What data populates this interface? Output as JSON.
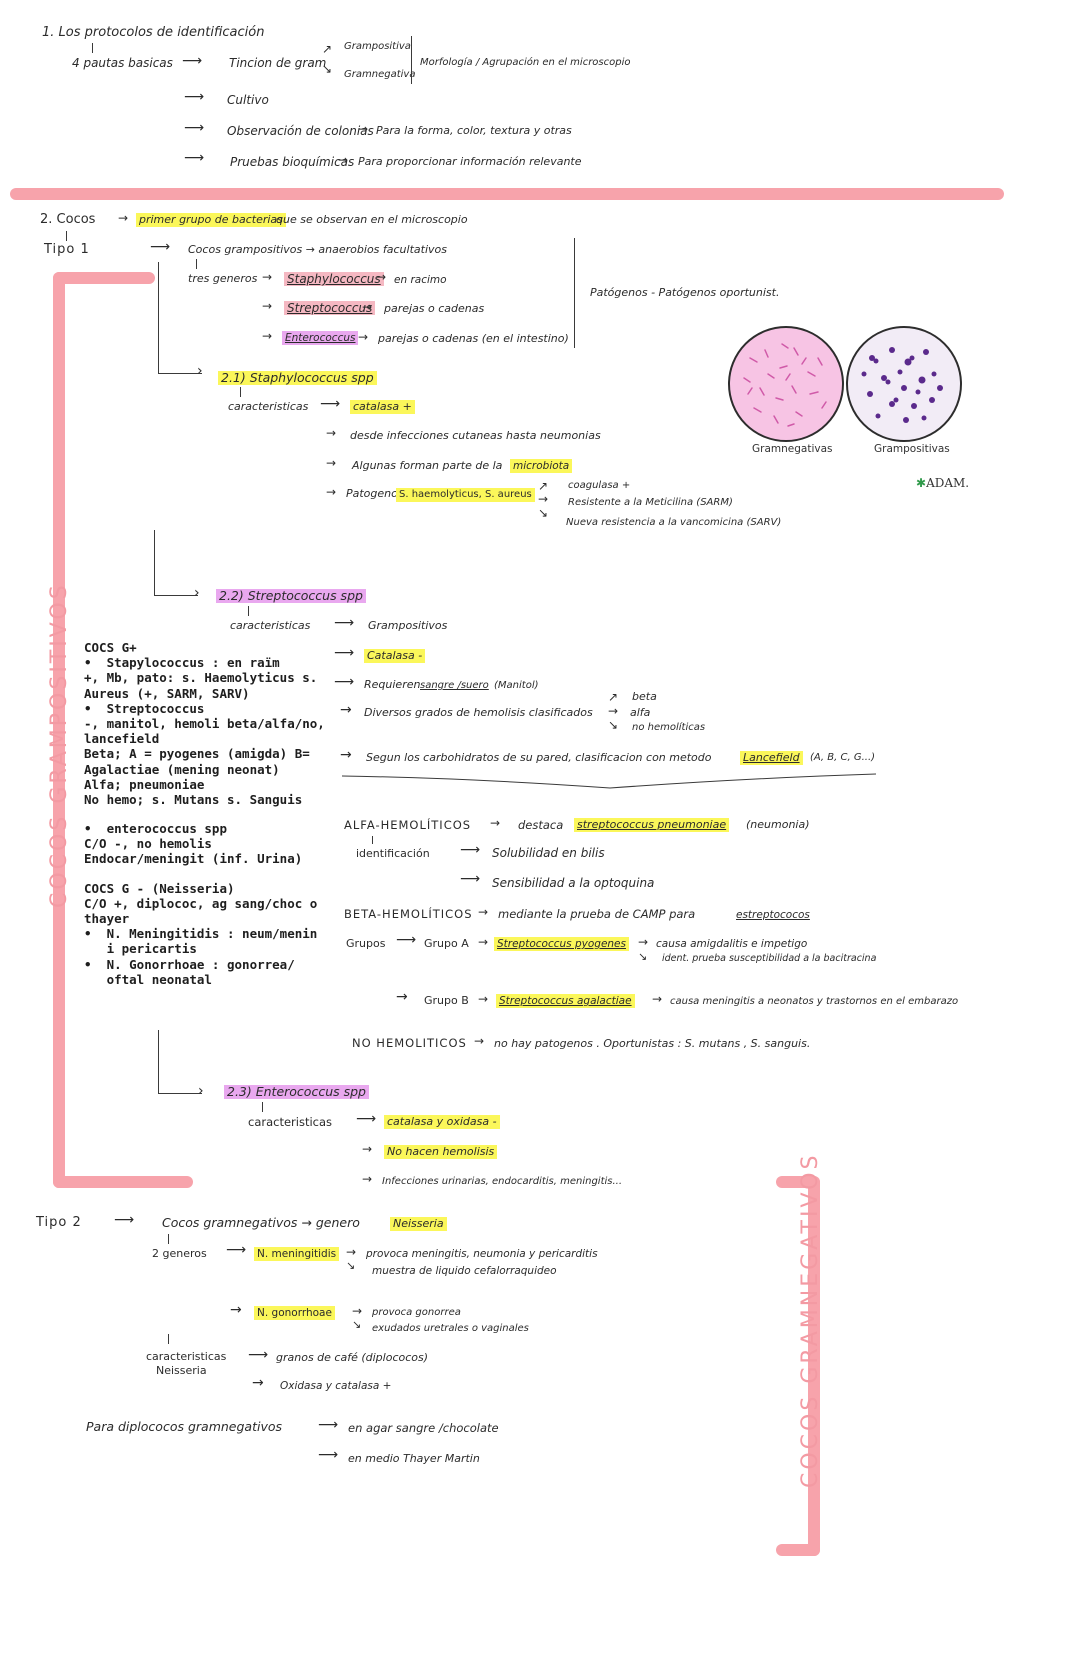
{
  "s1": {
    "title": "1. Los protocolos de identificación",
    "pautas": "4 pautas basicas",
    "tincion": "Tincion de gram",
    "grampos": "Grampositiva",
    "gramneg": "Gramnegativa",
    "morfologia": "Morfología / Agrupación en el microscopio",
    "cultivo": "Cultivo",
    "observacion": "Observación de colonias",
    "observacion_det": "Para la forma, color, textura y otras",
    "pruebas": "Pruebas bioquímicas",
    "pruebas_det": "Para proporcionar información relevante"
  },
  "s2": {
    "title": "2. Cocos",
    "title_hl": "primer grupo de bacterias",
    "title_rest": "que se observan en el microscopio",
    "tipo1": "Tipo 1",
    "tipo1_desc": "Cocos grampositivos → anaerobios facultativos",
    "tres": "tres generos",
    "g1": "Staphylococcus",
    "g1_det": "en racimo",
    "g2": "Streptococcus",
    "g2_det": "parejas o cadenas",
    "g3": "Enterococcus",
    "g3_det": "parejas o cadenas (en el intestino)",
    "patogenos": "Patógenos - Patógenos oportunist."
  },
  "micro": {
    "neg": "Gramnegativas",
    "pos": "Grampositivas",
    "brand": "ADAM."
  },
  "s21": {
    "title": "2.1) Staphylococcus spp",
    "caract": "caracteristicas",
    "catalasa": "catalasa +",
    "c1": "desde infecciones cutaneas hasta neumonias",
    "c2a": "Algunas forman parte de la",
    "c2b": "microbiota",
    "c3a": "Patogeno :",
    "c3b": "S. haemolyticus, S. aureus",
    "p1": "coagulasa +",
    "p2": "Resistente a la Meticilina (SARM)",
    "p3": "Nueva resistencia a la vancomicina (SARV)"
  },
  "s22": {
    "title": "2.2) Streptococcus spp",
    "caract": "caracteristicas",
    "c1": "Grampositivos",
    "c2": "Catalasa -",
    "c3a": "Requieren",
    "c3b": "sangre /suero",
    "c3c": "(Manitol)",
    "c4": "Diversos grados de hemolisis clasificados",
    "h1": "beta",
    "h2": "alfa",
    "h3": "no hemolíticas",
    "c5a": "Segun los carbohidratos de su pared, clasificacion con metodo",
    "c5b": "Lancefield",
    "c5c": "(A, B, C, G...)",
    "alfa": "ALFA-HEMOLÍTICOS",
    "alfa_a": "destaca",
    "alfa_b": "streptococcus pneumoniae",
    "alfa_c": "(neumonia)",
    "ident": "identificación",
    "ident1": "Solubilidad en bilis",
    "ident2": "Sensibilidad a la optoquina",
    "beta": "BETA-HEMOLÍTICOS",
    "beta_a": "mediante la prueba de CAMP para",
    "beta_b": "estreptococos",
    "grupos": "Grupos",
    "ga": "Grupo A",
    "ga_sp": "Streptococcus pyogenes",
    "ga_1": "causa amigdalitis e impetigo",
    "ga_2": "ident. prueba susceptibilidad a la bacitracina",
    "gb": "Grupo B",
    "gb_sp": "Streptococcus agalactiae",
    "gb_1": "causa meningitis a neonatos y trastornos en el embarazo",
    "noh": "NO HEMOLITICOS",
    "noh_1": "no hay patogenos . Oportunistas : S. mutans , S. sanguis."
  },
  "s23": {
    "title": "2.3) Enterococcus spp",
    "caract": "caracteristicas",
    "c1": "catalasa y oxidasa -",
    "c2": "No hacen hemolisis",
    "c3": "Infecciones urinarias, endocarditis, meningitis..."
  },
  "sidebar": {
    "lines": [
      "COCS G+",
      "•  Stapylococcus : en raïm",
      "+, Mb, pato: s. Haemolyticus s.",
      "Aureus (+, SARM, SARV)",
      "•  Streptococcus",
      "-, manitol, hemoli beta/alfa/no,",
      "lancefield",
      "Beta; A = pyogenes (amigda) B=",
      "Agalactiae (mening neonat)",
      "Alfa; pneumoniae",
      "No hemo; s. Mutans s. Sanguis",
      "",
      "•  enterococcus spp",
      "C/O -, no hemolis",
      "Endocar/meningit (inf. Urina)",
      "",
      "COCS G - (Neisseria)",
      "C/O +, diplococ, ag sang/choc o",
      "thayer",
      "•  N. Meningitidis : neum/menin",
      "   i pericartis",
      "•  N. Gonorrhoae : gonorrea/",
      "   oftal neonatal"
    ]
  },
  "vertical": {
    "pos": "COCOS GRAMPOSITIVOS",
    "neg": "COCOS GRAMNEGATIVOS"
  },
  "tipo2": {
    "tipo": "Tipo 2",
    "desc": "Cocos gramnegativos → genero",
    "genero": "Neisseria",
    "dos": "2 generos",
    "n1": "N. meningitidis",
    "n1a": "provoca meningitis, neumonia y pericarditis",
    "n1b": "muestra de liquido cefalorraquideo",
    "n2": "N. gonorrhoae",
    "n2a": "provoca gonorrea",
    "n2b": "exudados uretrales o vaginales",
    "car1": "caracteristicas",
    "car2": "Neisseria",
    "car_a": "granos de café (diplococos)",
    "car_b": "Oxidasa y catalasa +",
    "para": "Para diplococos gramnegativos",
    "para_a": "en agar sangre /chocolate",
    "para_b": "en medio Thayer Martin"
  },
  "colors": {
    "highlight_yellow": "#fbf75a",
    "highlight_pink": "#f5b8c2",
    "highlight_violet": "#e9a8ef",
    "bar_pink": "#f7a3ab"
  }
}
